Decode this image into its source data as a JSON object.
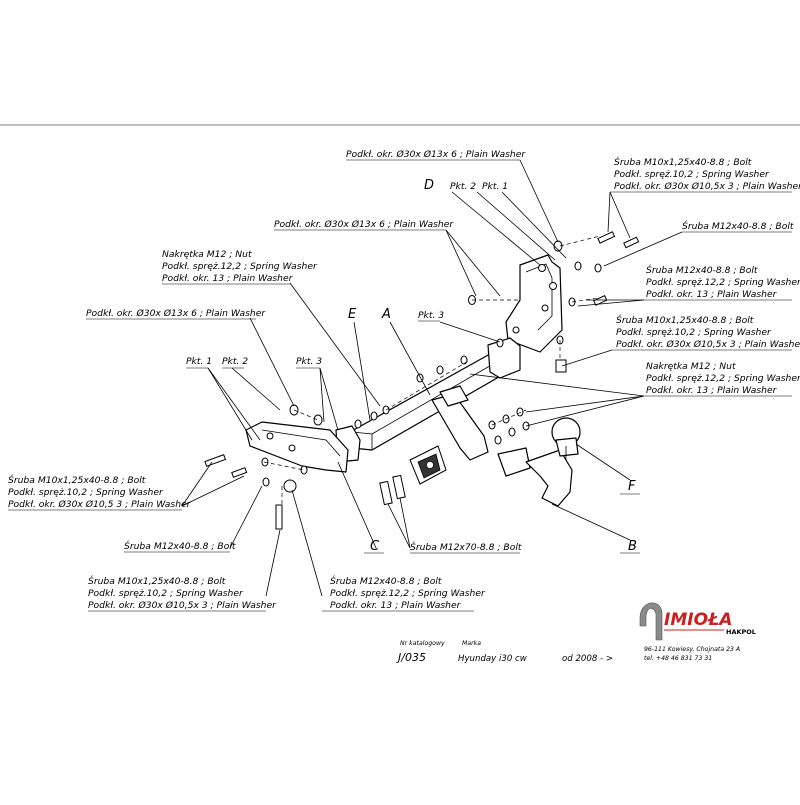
{
  "labels": {
    "top_washer": "Podkł. okr.  Ø30x Ø13x 6 ; Plain Washer",
    "mid_washer": "Podkł. okr. Ø30x Ø13x 6 ; Plain Washer",
    "left_washer": "Podkł. okr.  Ø30x Ø13x 6 ; Plain Washer",
    "nut_1": "Nakrętka  M12 ; Nut",
    "nut_2": "Podkł. spręż.12,2 ; Spring Washer",
    "nut_3": "Podkł. okr. 13 ; Plain Washer",
    "tr_bolt_1": "Śruba M10x1,25x40-8.8 ;  Bolt",
    "tr_bolt_2": "Podkł. spręż.10,2 ; Spring Washer",
    "tr_bolt_3": "Podkł. okr.  Ø30x Ø10,5x 3 ; Plain Washer",
    "r_bolt_m12": "Śruba M12x40-8.8 ;  Bolt",
    "r_grp2_1": "Śruba M12x40-8.8 ;  Bolt",
    "r_grp2_2": "Podkł. spręż.12,2 ; Spring Washer",
    "r_grp2_3": "Podkł. okr. 13 ; Plain Washer",
    "r_grp3_1": "Śruba M10x1,25x40-8.8 ;  Bolt",
    "r_grp3_2": "Podkł. spręż.10,2 ; Spring Washer",
    "r_grp3_3": "Podkł. okr.  Ø30x Ø10,5x 3 ; Plain Washer",
    "r_grp4_1": "Nakrętka  M12 ; Nut",
    "r_grp4_2": "Podkł. spręż.12,2 ; Spring Washer",
    "r_grp4_3": "Podkł. okr. 13 ; Plain Washer",
    "l_bolt_1": "Śruba M10x1,25x40-8.8 ;  Bolt",
    "l_bolt_2": "Podkł. spręż.10,2 ; Spring Washer",
    "l_bolt_3": "Podkł. okr.  Ø30x Ø10,5 3 ; Plain Washer",
    "l_m12": "Śruba M12x40-8.8 ;  Bolt",
    "b_m12x70": "Śruba M12x70-8.8 ;  Bolt",
    "bl_1": "Śruba M10x1,25x40-8.8 ;  Bolt",
    "bl_2": "Podkł. spręż.10,2 ; Spring Washer",
    "bl_3": "Podkł. okr.  Ø30x Ø10,5x 3 ; Plain Washer",
    "bc_1": "Śruba M12x40-8.8 ;  Bolt",
    "bc_2": "Podkł. spręż.12,2 ; Spring Washer",
    "bc_3": "Podkł. okr. 13 ; Plain Washer"
  },
  "part_letters": {
    "a": "A",
    "b": "B",
    "c": "C",
    "d": "D",
    "e": "E",
    "f": "F"
  },
  "points": {
    "pkt2_top": "Pkt. 2",
    "pkt1_top": "Pkt. 1",
    "pkt3_mid": "Pkt. 3",
    "pkt1_left": "Pkt. 1",
    "pkt2_left": "Pkt. 2",
    "pkt3_left": "Pkt. 3"
  },
  "footer": {
    "catalog_label": "Nr katalogowy",
    "catalog_number": "J/035",
    "brand_label": "Marka",
    "model": "Hyunday i30 cw",
    "year": "od 2008 - >",
    "logo_text": "IMIOŁA",
    "logo_sub": "HAKPOL",
    "address": "96-111 Kowiesy, Chojnata 23 A",
    "phone": "tel. +48 46 831 73 31"
  }
}
